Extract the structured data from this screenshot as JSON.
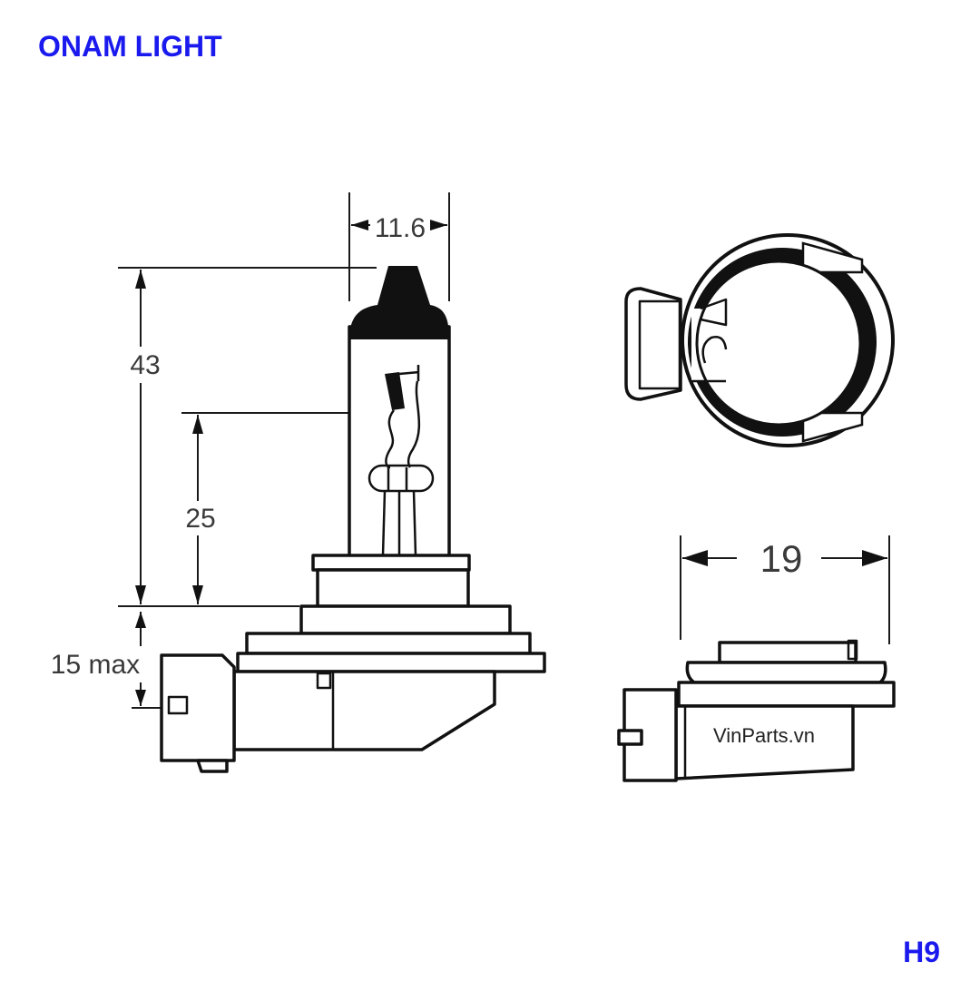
{
  "header": {
    "brand": "ONAM LIGHT"
  },
  "footer": {
    "model": "H9"
  },
  "dimensions": {
    "glass_diameter": "11.6",
    "overall_length": "43",
    "light_center_length": "25",
    "base_depth": "15 max",
    "base_width": "19"
  },
  "watermark": "VinParts.vn",
  "colors": {
    "brand": "#1a1aee",
    "lines": "#111111"
  }
}
